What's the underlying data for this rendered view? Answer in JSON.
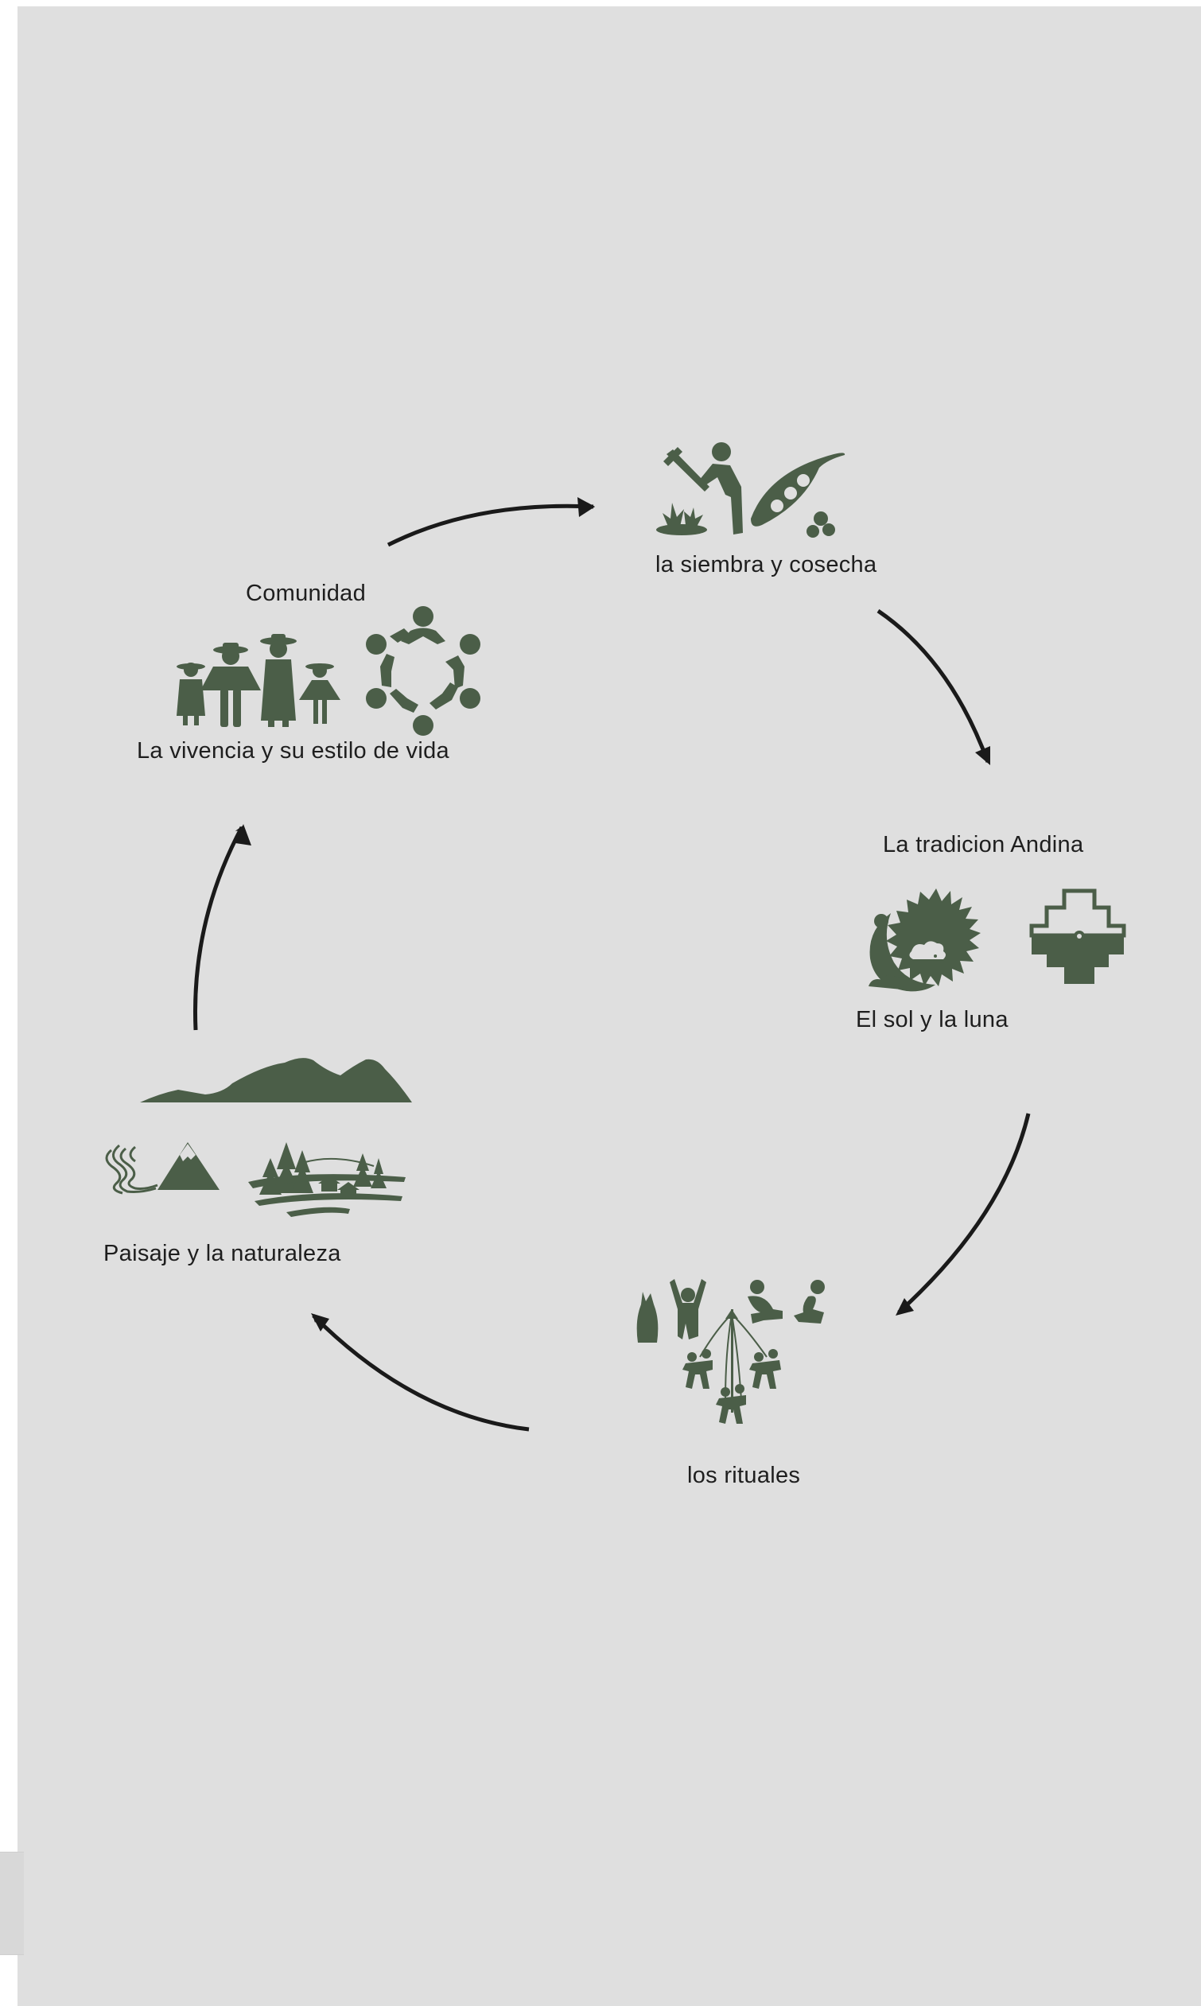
{
  "nodes": {
    "siembra": {
      "label": "la siembra y cosecha"
    },
    "comunidad": {
      "title": "Comunidad",
      "label": "La vivencia y su estilo de vida"
    },
    "tradicion": {
      "title": "La tradicion Andina",
      "label": "El sol y la luna"
    },
    "paisaje": {
      "label": "Paisaje y la naturaleza"
    },
    "rituales": {
      "label": "los rituales"
    }
  },
  "colors": {
    "background": "#dfdfdf",
    "icon": "#4b5e48",
    "arrow": "#1a1a1a",
    "text": "#1e1e1e"
  },
  "icons": {
    "siembra": [
      "farmer-hoe-icon",
      "seedlings-icon",
      "pea-pod-icon"
    ],
    "comunidad": [
      "andean-family-icon",
      "community-circle-icon"
    ],
    "tradicion": [
      "sun-moon-icon",
      "chakana-icon"
    ],
    "paisaje": [
      "mountain-ridge-icon",
      "river-icon",
      "mountain-peak-icon",
      "forest-village-icon"
    ],
    "rituales": [
      "ritual-figures-icon",
      "maypole-dance-icon"
    ]
  },
  "flow": [
    "comunidad",
    "siembra",
    "tradicion",
    "rituales",
    "paisaje",
    "comunidad"
  ]
}
